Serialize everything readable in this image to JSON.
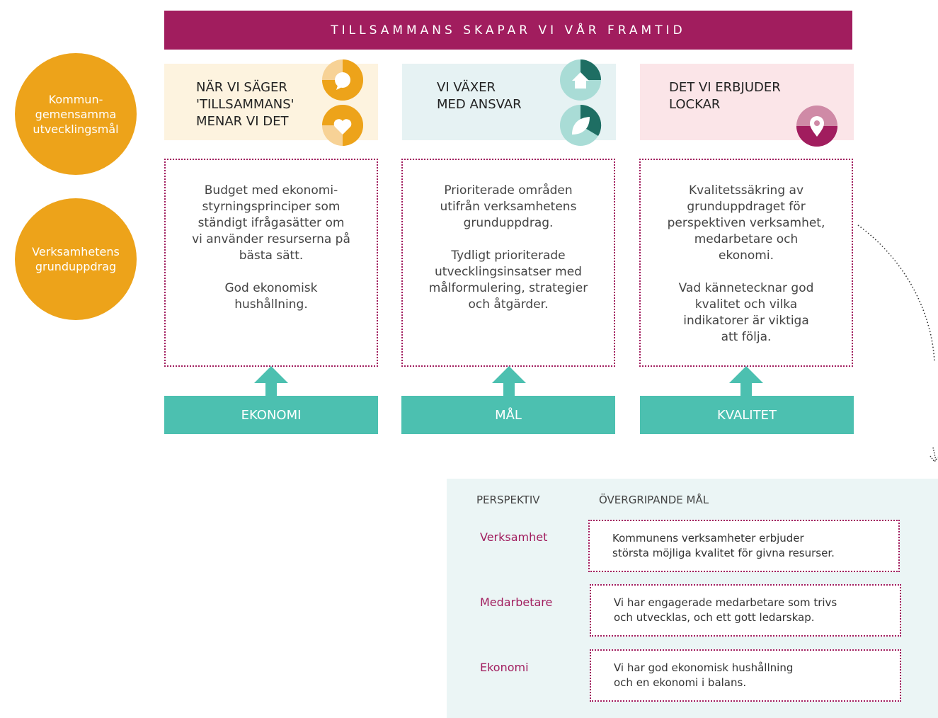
{
  "banner": {
    "title": "TILLSAMMANS SKAPAR VI VÅR FRAMTID"
  },
  "left_circles": [
    {
      "label": "Kommun-\ngemensamma\nutvecklingsmål"
    },
    {
      "label": "Verksamhetens\ngrunduppdrag"
    }
  ],
  "columns": [
    {
      "header": "NÄR VI SÄGER\n'TILLSAMMANS'\nMENAR VI DET",
      "icons": [
        "speech-bubble-icon",
        "heart-icon"
      ],
      "body_paragraphs": [
        "Budget med ekonomi-\nstyrningsprinciper som\nständigt ifrågasätter om\nvi använder resurserna på\nbästa sätt.",
        "God ekonomisk\nhushållning."
      ],
      "footer": "EKONOMI"
    },
    {
      "header": "VI VÄXER\nMED ANSVAR",
      "icons": [
        "house-icon",
        "leaf-icon"
      ],
      "body_paragraphs": [
        "Prioriterade områden\nutifrån verksamhetens\ngrunduppdrag.",
        "Tydligt prioriterade\nutvecklingsinsatser med\nmålformulering, strategier\noch åtgärder."
      ],
      "footer": "MÅL"
    },
    {
      "header": "DET VI ERBJUDER\nLOCKAR",
      "icons": [
        "location-pin-icon"
      ],
      "body_paragraphs": [
        "Kvalitetssäkring av\ngrunduppdraget för\nperspektiven verksamhet,\nmedarbetare och\nekonomi.",
        "Vad kännetecknar god\nkvalitet och vilka\nindikatorer är viktiga\natt följa."
      ],
      "footer": "KVALITET"
    }
  ],
  "perspectives_table": {
    "headers": [
      "PERSPEKTIV",
      "ÖVERGRIPANDE MÅL"
    ],
    "rows": [
      {
        "perspective": "Verksamhet",
        "goal": "Kommunens verksamheter erbjuder\nstörsta möjliga kvalitet för givna resurser."
      },
      {
        "perspective": "Medarbetare",
        "goal": "Vi har engagerade medarbetare som trivs\noch utvecklas, och ett gott ledarskap."
      },
      {
        "perspective": "Ekonomi",
        "goal": "Vi har god ekonomisk hushållning\noch en ekonomi i balans."
      }
    ]
  },
  "colors": {
    "magenta": "#a11d5e",
    "orange": "#eda31a",
    "teal": "#4cc0b0",
    "dark_teal": "#1e6e63",
    "header_bg_1": "#fdf3df",
    "header_bg_2": "#e6f2f3",
    "header_bg_3": "#fbe5e8",
    "perspective_bg": "#ebf5f5"
  }
}
